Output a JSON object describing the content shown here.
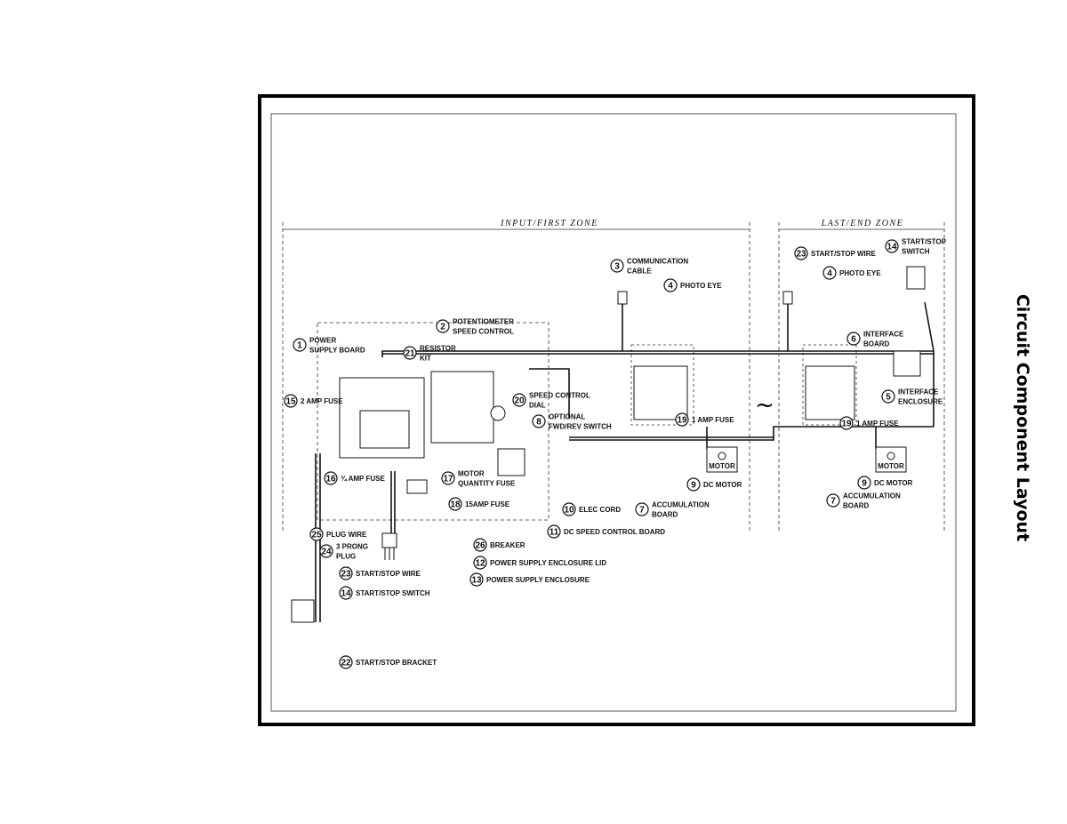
{
  "title": "Circuit Component Layout",
  "zones": {
    "input": "INPUT/FIRST ZONE",
    "last": "LAST/END ZONE"
  },
  "separator": "~",
  "motor_label": "MOTOR",
  "callouts": [
    {
      "num": "3",
      "lines": [
        "COMMUNICATION",
        "CABLE"
      ]
    },
    {
      "num": "4",
      "lines": [
        "PHOTO EYE"
      ]
    },
    {
      "num": "2",
      "lines": [
        "POTENTIOMETER",
        "SPEED CONTROL"
      ]
    },
    {
      "num": "1",
      "lines": [
        "POWER",
        "SUPPLY BOARD"
      ]
    },
    {
      "num": "21",
      "lines": [
        "RESISTOR",
        "KIT"
      ]
    },
    {
      "num": "15",
      "lines": [
        "2 AMP FUSE"
      ]
    },
    {
      "num": "20",
      "lines": [
        "SPEED CONTROL",
        "DIAL"
      ]
    },
    {
      "num": "8",
      "lines": [
        "OPTIONAL",
        "FWD/REV SWITCH"
      ]
    },
    {
      "num": "19",
      "lines": [
        "1 AMP FUSE"
      ]
    },
    {
      "num": "16",
      "lines": [
        "¾ AMP FUSE"
      ]
    },
    {
      "num": "17",
      "lines": [
        "MOTOR",
        "QUANTITY FUSE"
      ]
    },
    {
      "num": "9",
      "lines": [
        "DC MOTOR"
      ]
    },
    {
      "num": "18",
      "lines": [
        "15AMP FUSE"
      ]
    },
    {
      "num": "10",
      "lines": [
        "ELEC CORD"
      ]
    },
    {
      "num": "7",
      "lines": [
        "ACCUMULATION",
        "BOARD"
      ]
    },
    {
      "num": "11",
      "lines": [
        "DC SPEED CONTROL BOARD"
      ]
    },
    {
      "num": "25",
      "lines": [
        "PLUG WIRE"
      ]
    },
    {
      "num": "26",
      "lines": [
        "BREAKER"
      ]
    },
    {
      "num": "24",
      "lines": [
        "3 PRONG",
        "PLUG"
      ]
    },
    {
      "num": "12",
      "lines": [
        "POWER SUPPLY ENCLOSURE LID"
      ]
    },
    {
      "num": "23",
      "lines": [
        "START/STOP WIRE"
      ]
    },
    {
      "num": "13",
      "lines": [
        "POWER SUPPLY ENCLOSURE"
      ]
    },
    {
      "num": "14",
      "lines": [
        "START/STOP SWITCH"
      ]
    },
    {
      "num": "22",
      "lines": [
        "START/STOP BRACKET"
      ]
    },
    {
      "num": "14",
      "lines": [
        "START/STOP",
        "SWITCH"
      ]
    },
    {
      "num": "23",
      "lines": [
        "START/STOP WIRE"
      ]
    },
    {
      "num": "4",
      "lines": [
        "PHOTO EYE"
      ]
    },
    {
      "num": "6",
      "lines": [
        "INTERFACE",
        "BOARD"
      ]
    },
    {
      "num": "5",
      "lines": [
        "INTERFACE",
        "ENCLOSURE"
      ]
    },
    {
      "num": "19",
      "lines": [
        "1 AMP FUSE"
      ]
    },
    {
      "num": "9",
      "lines": [
        "DC MOTOR"
      ]
    },
    {
      "num": "7",
      "lines": [
        "ACCUMULATION",
        "BOARD"
      ]
    }
  ]
}
